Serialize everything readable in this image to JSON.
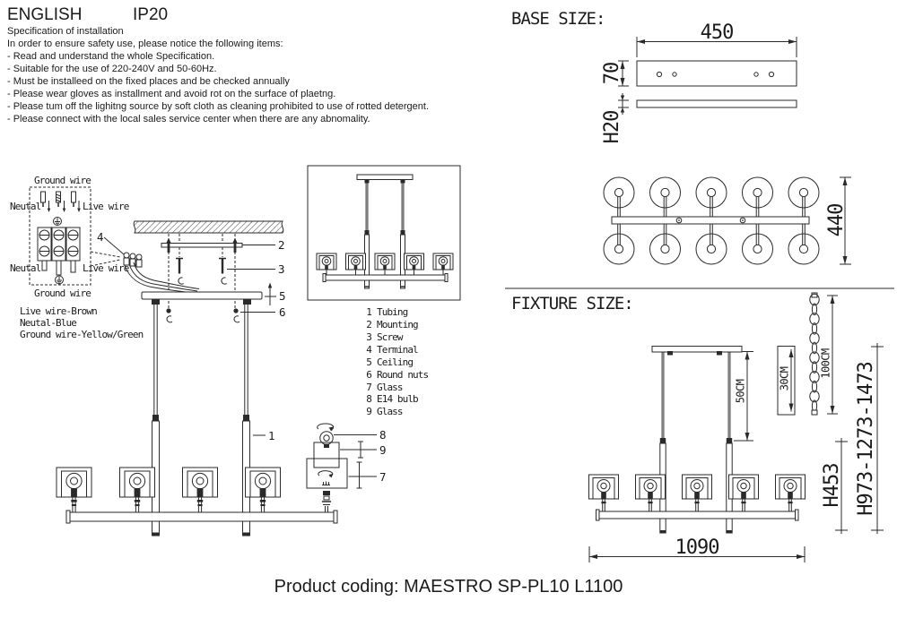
{
  "colors": {
    "line": "#2a2a2a",
    "text": "#1a1a1a",
    "background": "#ffffff"
  },
  "header": {
    "language": "ENGLISH",
    "ip_rating": "IP20"
  },
  "spec": {
    "title": "Specification of installation",
    "intro": "In order to ensure safety use, please notice the following items:",
    "items": [
      "- Read and understand the whole Specification.",
      "- Suitable for the use of 220-240V and 50-60Hz.",
      "- Must be installeed on the fixed places and be checked annually",
      "- Please wear gloves as installment and avoid rot on the surface of plaetng.",
      "- Please tum off the lighitng source by soft cloth as cleaning prohibited to use of rotted detergent.",
      "- Please connect with the local sales service center when there are any abnomality."
    ]
  },
  "wiring": {
    "ground_wire_top": "Ground wire",
    "neutral_top": "Neutal",
    "live_top": "Live wire",
    "neutral_bottom": "Neutal",
    "live_bottom": "Live wire",
    "ground_wire_bottom": "Ground wire",
    "legend": [
      "Live wire-Brown",
      "Neutal-Blue",
      "Ground wire-Yellow/Green"
    ]
  },
  "parts": [
    {
      "num": "1",
      "name": "Tubing"
    },
    {
      "num": "2",
      "name": "Mounting"
    },
    {
      "num": "3",
      "name": "Screw"
    },
    {
      "num": "4",
      "name": "Terminal"
    },
    {
      "num": "5",
      "name": "Ceiling"
    },
    {
      "num": "6",
      "name": "Round nuts"
    },
    {
      "num": "7",
      "name": "Glass"
    },
    {
      "num": "8",
      "name": "E14 bulb"
    },
    {
      "num": "9",
      "name": "Glass"
    }
  ],
  "base_size": {
    "title": "BASE SIZE:",
    "width": "450",
    "plate_height": "70",
    "plate_thickness": "H20",
    "top_view_width": "440"
  },
  "fixture_size": {
    "title": "FIXTURE SIZE:",
    "rod": "50CM",
    "rod_short": "30CM",
    "chain": "100CM",
    "body_height": "H453",
    "overall_height": "H973-1273-1473",
    "length": "1090"
  },
  "footer": {
    "product_coding": "Product coding: MAESTRO SP-PL10 L1100"
  }
}
